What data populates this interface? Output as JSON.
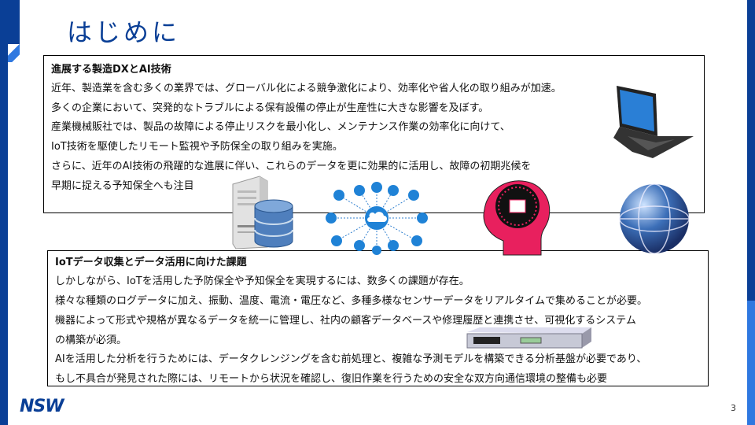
{
  "slide": {
    "title": "はじめに",
    "page_number": "3",
    "logo_text": "NSW",
    "colors": {
      "primary": "#0a3f96",
      "accent": "#2f78e0",
      "brain": "#e8205e"
    }
  },
  "section1": {
    "heading": "進展する製造DXとAI技術",
    "lines": [
      "近年、製造業を含む多くの業界では、グローバル化による競争激化により、効率化や省人化の取り組みが加速。",
      "多くの企業において、突発的なトラブルによる保有設備の停止が生産性に大きな影響を及ぼす。",
      "産業機械販社では、製品の故障による停止リスクを最小化し、メンテナンス作業の効率化に向けて、",
      "IoT技術を駆使したリモート監視や予防保全の取り組みを実施。",
      "さらに、近年のAI技術の飛躍的な進展に伴い、これらのデータを更に効果的に活用し、故障の初期兆候を",
      "早期に捉える予知保全へも注目"
    ]
  },
  "section2": {
    "heading": "IoTデータ収集とデータ活用に向けた課題",
    "lines": [
      "しかしながら、IoTを活用した予防保全や予知保全を実現するには、数多くの課題が存在。",
      "様々な種類のログデータに加え、振動、温度、電流・電圧など、多種多様なセンサーデータをリアルタイムで集めることが必要。",
      "機器によって形式や規格が異なるデータを統一に管理し、社内の顧客データベースや修理履歴と連携させ、可視化するシステム",
      "の構築が必須。",
      "AIを活用した分析を行うためには、データクレンジングを含む前処理と、複雑な予測モデルを構築できる分析基盤が必要であり、",
      "もし不具合が発見された際には、リモートから状況を確認し、復旧作業を行うための安全な双方向通信環境の整備も必要"
    ]
  }
}
